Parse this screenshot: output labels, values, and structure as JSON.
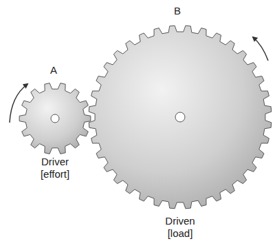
{
  "diagram": {
    "labels": [
      "A",
      "B",
      "Driver [effort]",
      "Driven [load]"
    ]
  }
}
